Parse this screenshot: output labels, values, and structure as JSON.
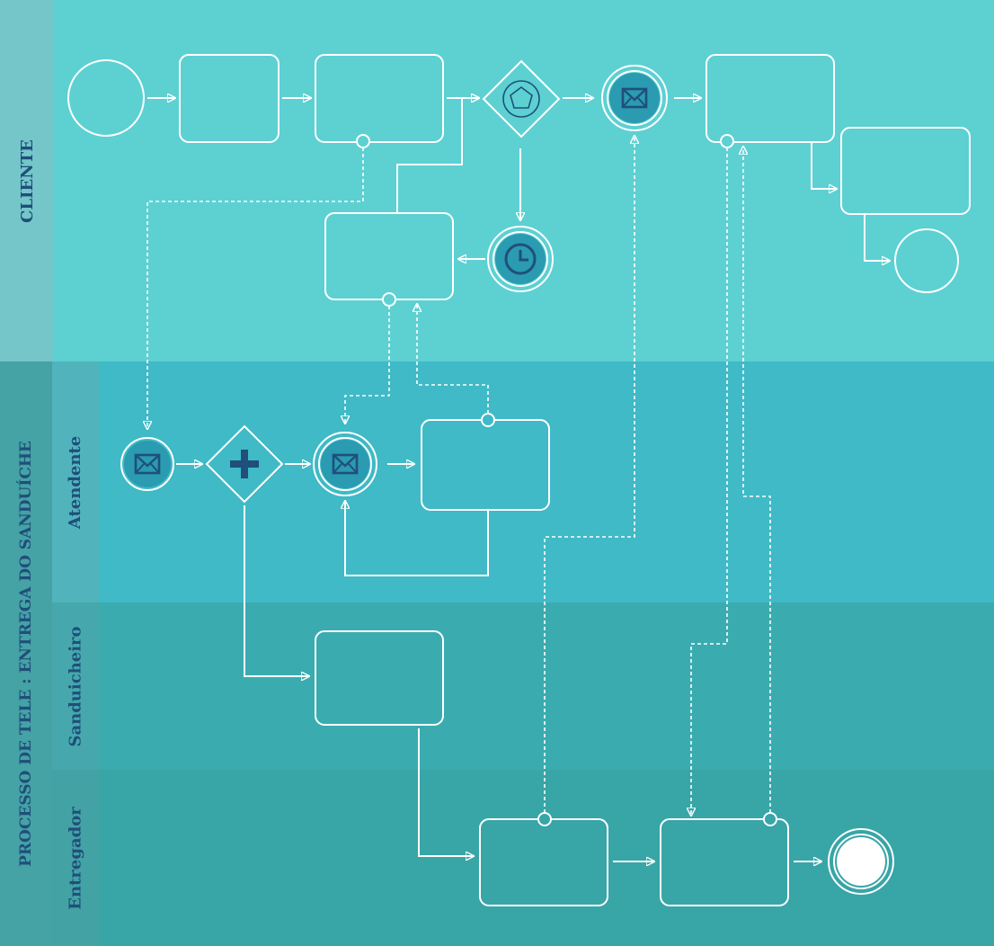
{
  "pool": {
    "title": "PROCESSO DE TELE : ENTREGA DO SANDUÍCHE",
    "lanes": {
      "cliente": "CLIENTE",
      "atendente": "Atendente",
      "sanduicheiro": "Sanduicheiro",
      "entregador": "Entregador"
    }
  },
  "colors": {
    "cliente_bg": "#5dd0d2",
    "cliente_label_bg": "#74c6c9",
    "atendente_bg": "#3fbac6",
    "atendente_label_bg": "#51b4bc",
    "sanduicheiro_bg": "#3aacb0",
    "entregador_bg": "#38a5a7",
    "pool_label_bg": "#45a2a5",
    "line": "#ffffff",
    "icon": "#1f4f7a",
    "label_text": "#1f4f7a"
  }
}
